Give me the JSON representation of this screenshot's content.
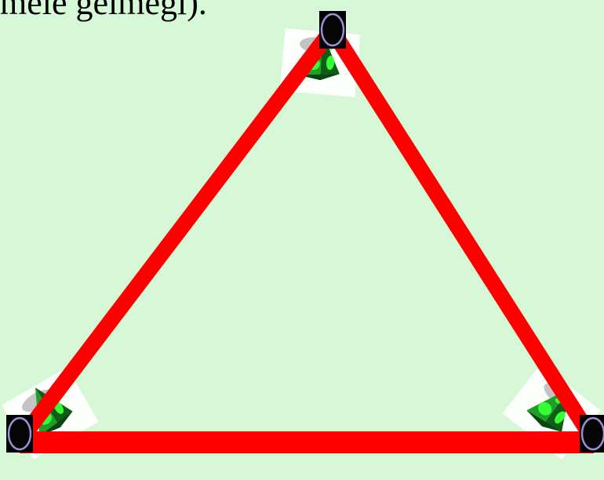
{
  "caption": "mele gelmegi).",
  "colors": {
    "background": "#D6F8D6",
    "triangle_edge": "#FF0000",
    "vertex_marker_fill": "#000000",
    "vertex_marker_ring": "#9C8FD8",
    "pyramid_dark": "#0E5E17",
    "pyramid_mid": "#1F9E2A",
    "pyramid_spot": "#33FF33",
    "pyramid_card": "#FFFFFF"
  },
  "diagram": {
    "shape": "triangle",
    "vertices": [
      "top",
      "bottom-left",
      "bottom-right"
    ],
    "vertex_icon": "black-circle-marker",
    "corner_icon": "green-pyramid"
  }
}
